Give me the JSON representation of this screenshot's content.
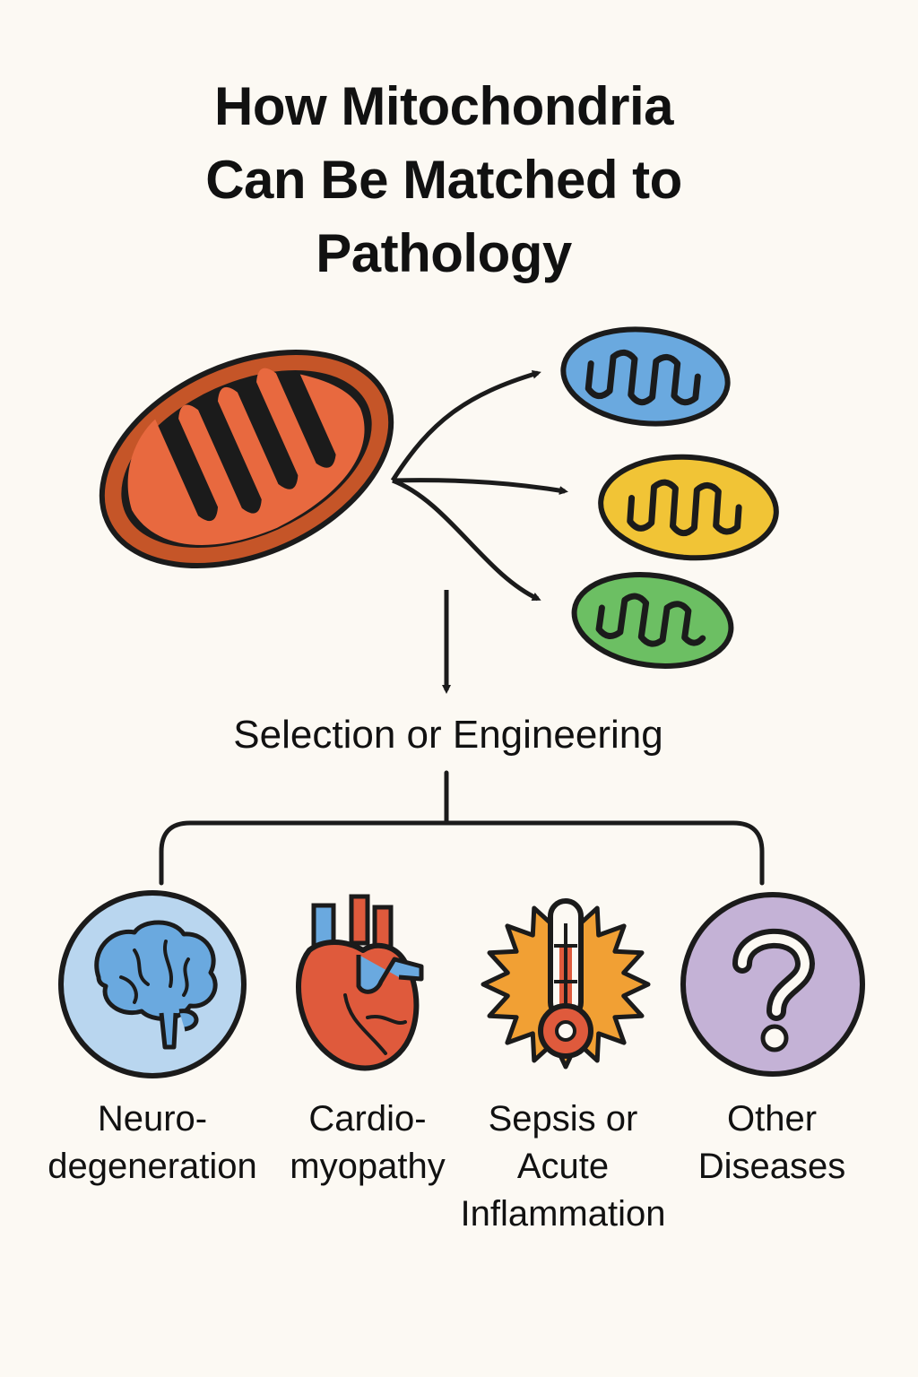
{
  "title": {
    "line1": "How Mitochondria",
    "line2": "Can Be Matched to",
    "line3": "Pathology"
  },
  "step": "Selection or Engineering",
  "source_mitochondrion": {
    "color": "#e8693f"
  },
  "variants": [
    {
      "color": "#6aa9df",
      "icon": "mitochondrion-icon"
    },
    {
      "color": "#f1c436",
      "icon": "mitochondrion-icon"
    },
    {
      "color": "#6cbf63",
      "icon": "mitochondrion-icon"
    }
  ],
  "categories": [
    {
      "icon": "brain-icon",
      "line1": "Neuro-",
      "line2": "degeneration",
      "line3": "",
      "color": "#b9d6ef"
    },
    {
      "icon": "heart-icon",
      "line1": "Cardio-",
      "line2": "myopathy",
      "line3": "",
      "color": "#df5a3c"
    },
    {
      "icon": "thermometer-icon",
      "line1": "Sepsis or",
      "line2": "Acute",
      "line3": "Inflammation",
      "color": "#f1a034"
    },
    {
      "icon": "question-mark-icon",
      "line1": "Other",
      "line2": "Diseases",
      "line3": "",
      "color": "#c4b2d6"
    }
  ]
}
